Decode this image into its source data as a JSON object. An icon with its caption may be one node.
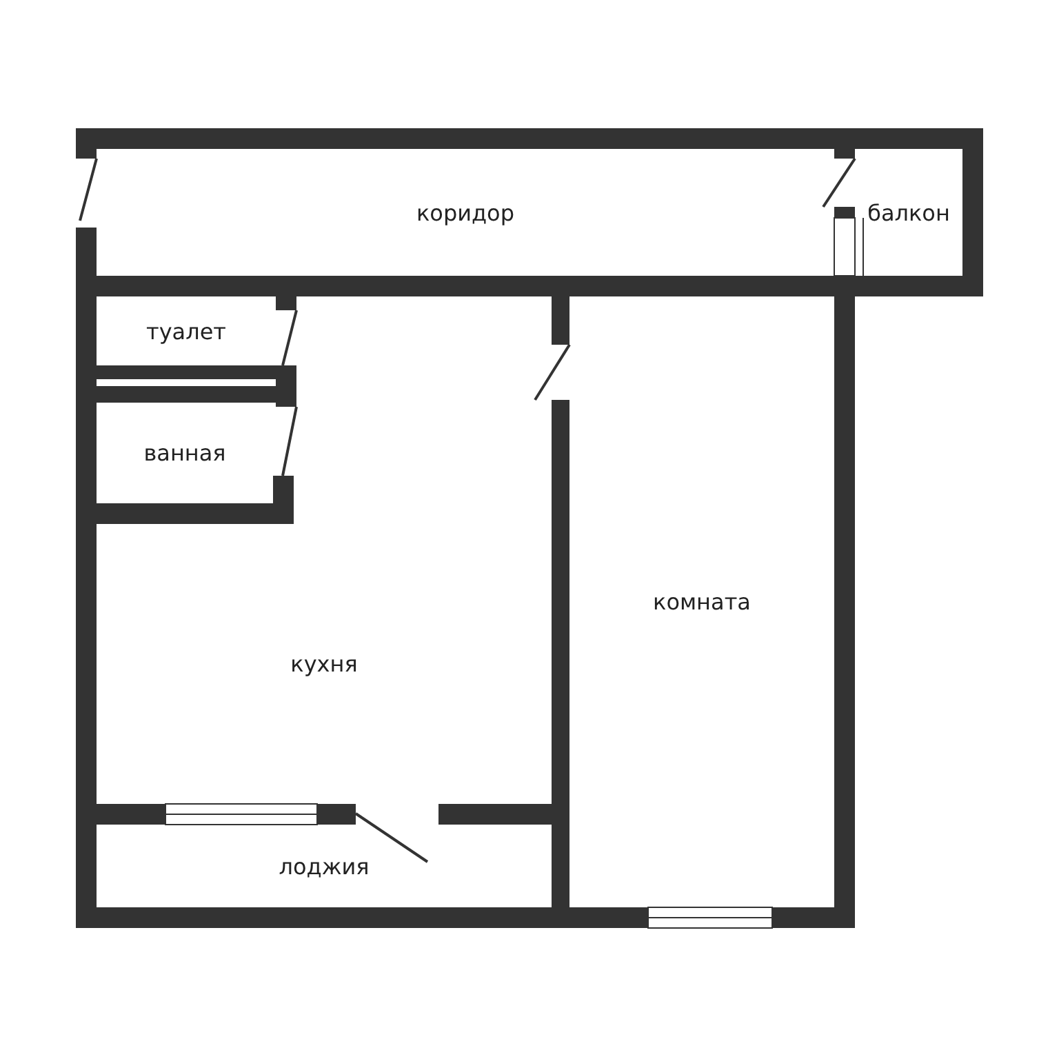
{
  "diagram": {
    "nodes": [
      {
        "text": [
          "коридор"
        ]
      },
      {
        "text": [
          "балкон"
        ]
      },
      {
        "text": [
          "туалет"
        ]
      },
      {
        "text": [
          "ванная"
        ]
      },
      {
        "text": [
          "кухня"
        ]
      },
      {
        "text": [
          "комната"
        ]
      },
      {
        "text": [
          "лоджия"
        ]
      }
    ]
  }
}
